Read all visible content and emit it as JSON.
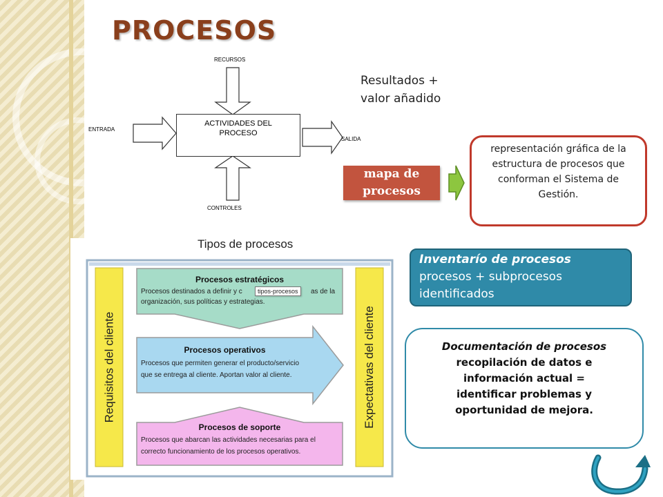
{
  "title": "PROCESOS",
  "diagram": {
    "recursos": "RECURSOS",
    "entrada": "ENTRADA",
    "salida": "SALIDA",
    "controles": "CONTROLES",
    "actividades_line1": "ACTIVIDADES DEL",
    "actividades_line2": "PROCESO"
  },
  "resultados": {
    "line1": "Resultados  +",
    "line2": "valor añadido"
  },
  "mapa": {
    "line1": "mapa de",
    "line2": "procesos"
  },
  "representacion": "representación gráfica de la estructura de procesos que conforman el Sistema de Gestión.",
  "tipos": {
    "title": "Tipos de procesos",
    "left_label": "Requisitos del cliente",
    "right_label": "Expectativas del cliente",
    "tooltip": "tipos-procesos",
    "estrategicos": {
      "heading": "Procesos estratégicos",
      "text1": "Procesos destinados a definir y c",
      "text1b": "as de la",
      "text2": "organización, sus políticas y estrategias."
    },
    "operativos": {
      "heading": "Procesos operativos",
      "text1": "Procesos que permiten generar el producto/servicio",
      "text2": "que se entrega al cliente. Aportan valor al cliente."
    },
    "soporte": {
      "heading": "Procesos de soporte",
      "text1": "Procesos que abarcan las actividades necesarias para el",
      "text2": "correcto funcionamiento de los procesos operativos."
    }
  },
  "inventario": {
    "title": "Inventarío de procesos",
    "line2": "procesos + subprocesos",
    "line3": "identificados"
  },
  "documentacion": {
    "title": "Documentación de procesos",
    "line1": "recopilación de datos e",
    "line2": "información actual =",
    "line3": "identificar problemas y",
    "line4": "oportunidad de mejora."
  },
  "colors": {
    "title": "#8a3f1c",
    "mapa": "#c2543e",
    "rep_border": "#c0392b",
    "inventario": "#2f8aa8",
    "estrategicos": "#a6dcc8",
    "operativos": "#a9d8f0",
    "soporte": "#f4b6ec",
    "side_bars": "#f6e84a"
  },
  "icons": {
    "arrow": "green-arrow-icon",
    "return": "return-arrow-icon"
  }
}
